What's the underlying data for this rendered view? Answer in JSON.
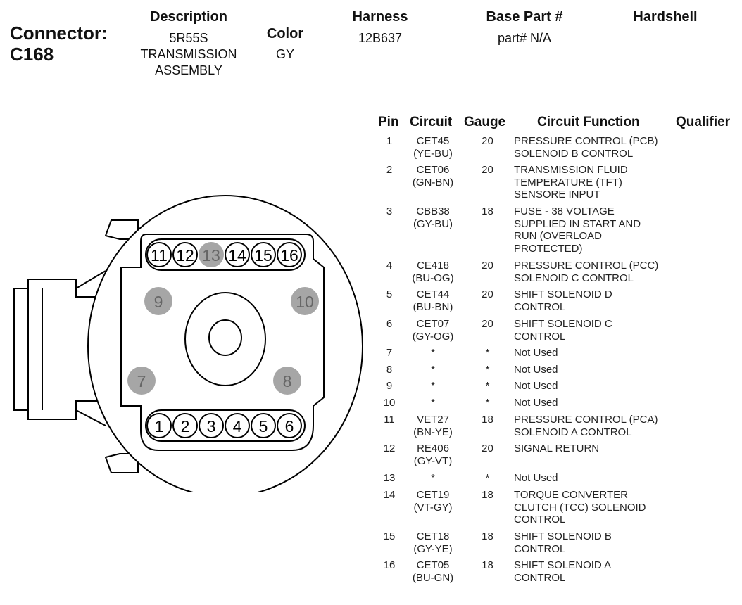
{
  "connector": {
    "label": "Connector:",
    "id": "C168"
  },
  "header": {
    "description_label": "Description",
    "description_value": "5R55S\nTRANSMISSION\nASSEMBLY",
    "color_label": "Color",
    "color_value": "GY",
    "harness_label": "Harness",
    "harness_value": "12B637",
    "base_part_label": "Base Part #",
    "base_part_value": "part# N/A",
    "hardshell_label": "Hardshell"
  },
  "table": {
    "headers": {
      "pin": "Pin",
      "circuit": "Circuit",
      "gauge": "Gauge",
      "function": "Circuit Function",
      "qualifier": "Qualifier"
    },
    "rows": [
      {
        "pin": "1",
        "circuit": "CET45\n(YE-BU)",
        "gauge": "20",
        "function": "PRESSURE CONTROL (PCB)\nSOLENOID B CONTROL",
        "qualifier": ""
      },
      {
        "pin": "2",
        "circuit": "CET06\n(GN-BN)",
        "gauge": "20",
        "function": "TRANSMISSION FLUID\nTEMPERATURE (TFT)\nSENSORE INPUT",
        "qualifier": ""
      },
      {
        "pin": "3",
        "circuit": "CBB38\n(GY-BU)",
        "gauge": "18",
        "function": "FUSE - 38 VOLTAGE\nSUPPLIED IN START AND\nRUN (OVERLOAD\nPROTECTED)",
        "qualifier": ""
      },
      {
        "pin": "4",
        "circuit": "CE418\n(BU-OG)",
        "gauge": "20",
        "function": "PRESSURE CONTROL (PCC)\nSOLENOID C CONTROL",
        "qualifier": ""
      },
      {
        "pin": "5",
        "circuit": "CET44\n(BU-BN)",
        "gauge": "20",
        "function": "SHIFT SOLENOID D\nCONTROL",
        "qualifier": ""
      },
      {
        "pin": "6",
        "circuit": "CET07\n(GY-OG)",
        "gauge": "20",
        "function": "SHIFT SOLENOID C\nCONTROL",
        "qualifier": ""
      },
      {
        "pin": "7",
        "circuit": "*",
        "gauge": "*",
        "function": "Not Used",
        "qualifier": ""
      },
      {
        "pin": "8",
        "circuit": "*",
        "gauge": "*",
        "function": "Not Used",
        "qualifier": ""
      },
      {
        "pin": "9",
        "circuit": "*",
        "gauge": "*",
        "function": "Not Used",
        "qualifier": ""
      },
      {
        "pin": "10",
        "circuit": "*",
        "gauge": "*",
        "function": "Not Used",
        "qualifier": ""
      },
      {
        "pin": "11",
        "circuit": "VET27\n(BN-YE)",
        "gauge": "18",
        "function": "PRESSURE CONTROL (PCA)\nSOLENOID A CONTROL",
        "qualifier": ""
      },
      {
        "pin": "12",
        "circuit": "RE406\n(GY-VT)",
        "gauge": "20",
        "function": "SIGNAL RETURN",
        "qualifier": ""
      },
      {
        "pin": "13",
        "circuit": "*",
        "gauge": "*",
        "function": "Not Used",
        "qualifier": ""
      },
      {
        "pin": "14",
        "circuit": "CET19\n(VT-GY)",
        "gauge": "18",
        "function": "TORQUE CONVERTER\nCLUTCH (TCC) SOLENOID\nCONTROL",
        "qualifier": ""
      },
      {
        "pin": "15",
        "circuit": "CET18\n(GY-YE)",
        "gauge": "18",
        "function": "SHIFT SOLENOID B\nCONTROL",
        "qualifier": ""
      },
      {
        "pin": "16",
        "circuit": "CET05\n(BU-GN)",
        "gauge": "18",
        "function": "SHIFT SOLENOID A\nCONTROL",
        "qualifier": ""
      }
    ]
  },
  "diagram": {
    "bottom_pins": [
      "1",
      "2",
      "3",
      "4",
      "5",
      "6"
    ],
    "top_pins": [
      "11",
      "12",
      "13",
      "14",
      "15",
      "16"
    ],
    "unused_pins": [
      "7",
      "8",
      "9",
      "10",
      "13"
    ],
    "colors": {
      "unused_fill": "#a6a6a6",
      "outline": "#000000",
      "pin_fill": "#ffffff"
    }
  }
}
